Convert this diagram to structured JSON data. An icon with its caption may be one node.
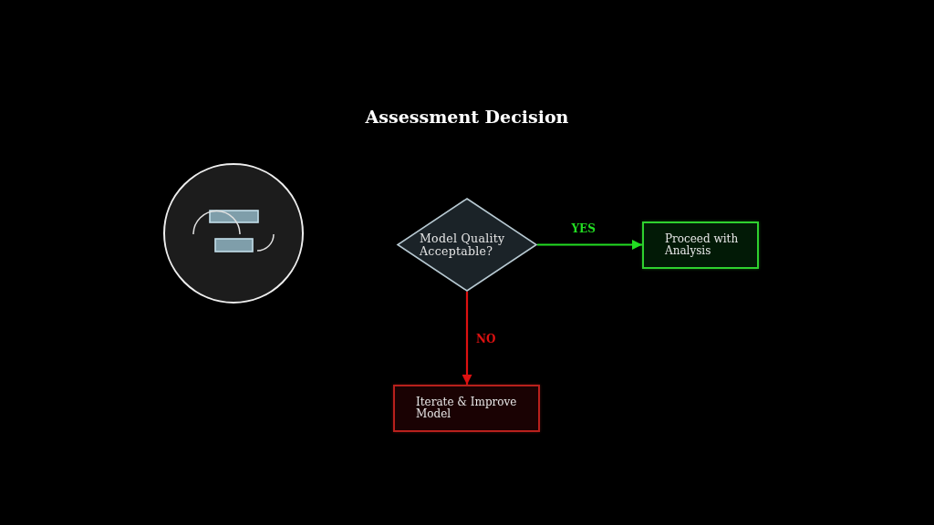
{
  "diagram": {
    "title": "Assessment Decision",
    "nodes": [
      {
        "text": [],
        "shape": "circle"
      },
      {
        "text": [
          "Model Quality Acceptable?"
        ]
      },
      {
        "text": [
          "Proceed with Analysis"
        ]
      },
      {
        "text": [
          "Iterate & Improve Model"
        ]
      }
    ],
    "edges": [
      {
        "from": 1,
        "to": 2,
        "arrow": "to",
        "label": "YES",
        "color": "#22dd22"
      },
      {
        "from": 1,
        "to": 3,
        "arrow": "to",
        "label": "NO",
        "color": "#dd1111"
      }
    ]
  }
}
